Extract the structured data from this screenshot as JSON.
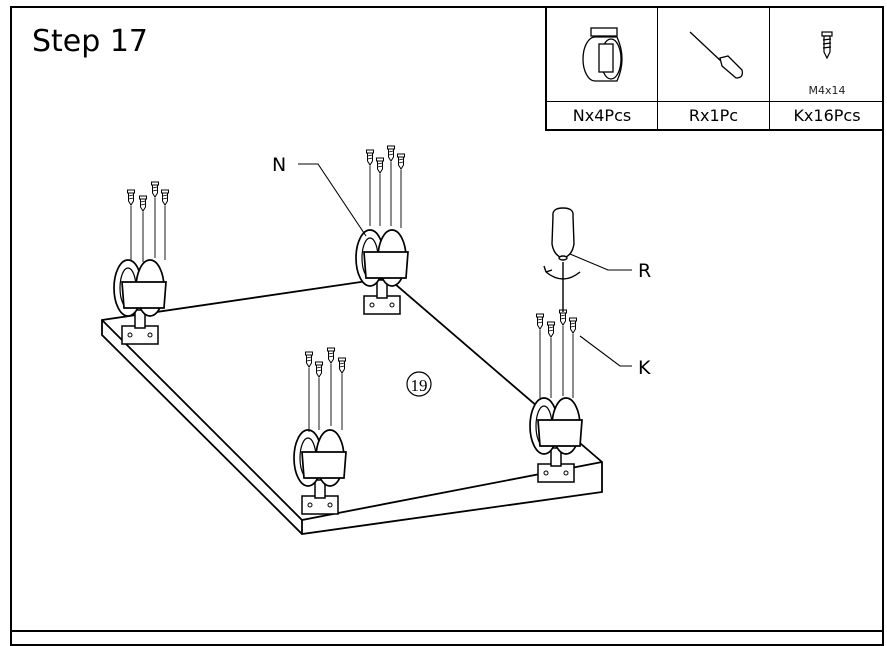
{
  "step": {
    "title": "Step 17"
  },
  "parts": [
    {
      "icon": "caster-wheel-icon",
      "count": "Nx4Pcs",
      "spec": ""
    },
    {
      "icon": "screwdriver-icon",
      "count": "Rx1Pc",
      "spec": ""
    },
    {
      "icon": "screw-icon",
      "count": "Kx16Pcs",
      "spec": "M4x14"
    }
  ],
  "callouts": {
    "caster": "N",
    "screwdriver": "R",
    "screw": "K"
  },
  "panel": {
    "number": "19"
  }
}
